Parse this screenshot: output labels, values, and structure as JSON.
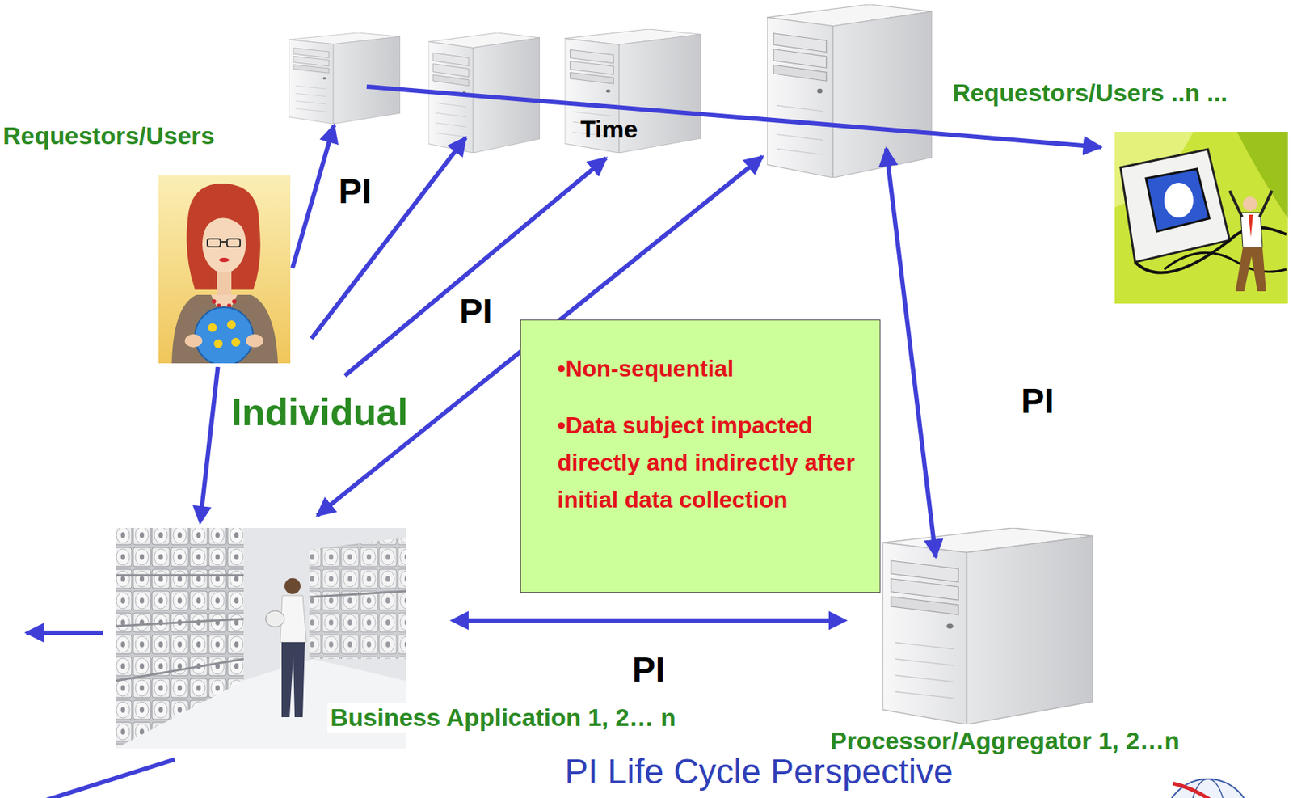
{
  "diagram": {
    "title": "PI Life Cycle Perspective",
    "nodes": [
      {
        "text": [
          "Requestors/Users",
          "Individual"
        ]
      },
      {
        "text": [
          "Requestors/Users ..n ..."
        ]
      },
      {
        "text": [
          "•Non-sequential",
          "•Data subject impacted directly and indirectly after initial data collection"
        ]
      },
      {
        "text": [
          "Business Application 1, 2… n"
        ]
      },
      {
        "text": [
          "Processor/Aggregator 1, 2…n"
        ]
      }
    ],
    "edges": [
      {
        "from": 0,
        "to": 3,
        "arrow": "to"
      },
      {
        "from": 3,
        "to": 4,
        "label": "PI",
        "arrow": "both"
      }
    ],
    "labels": [
      "Time",
      "PI",
      "PI",
      "PI"
    ]
  }
}
